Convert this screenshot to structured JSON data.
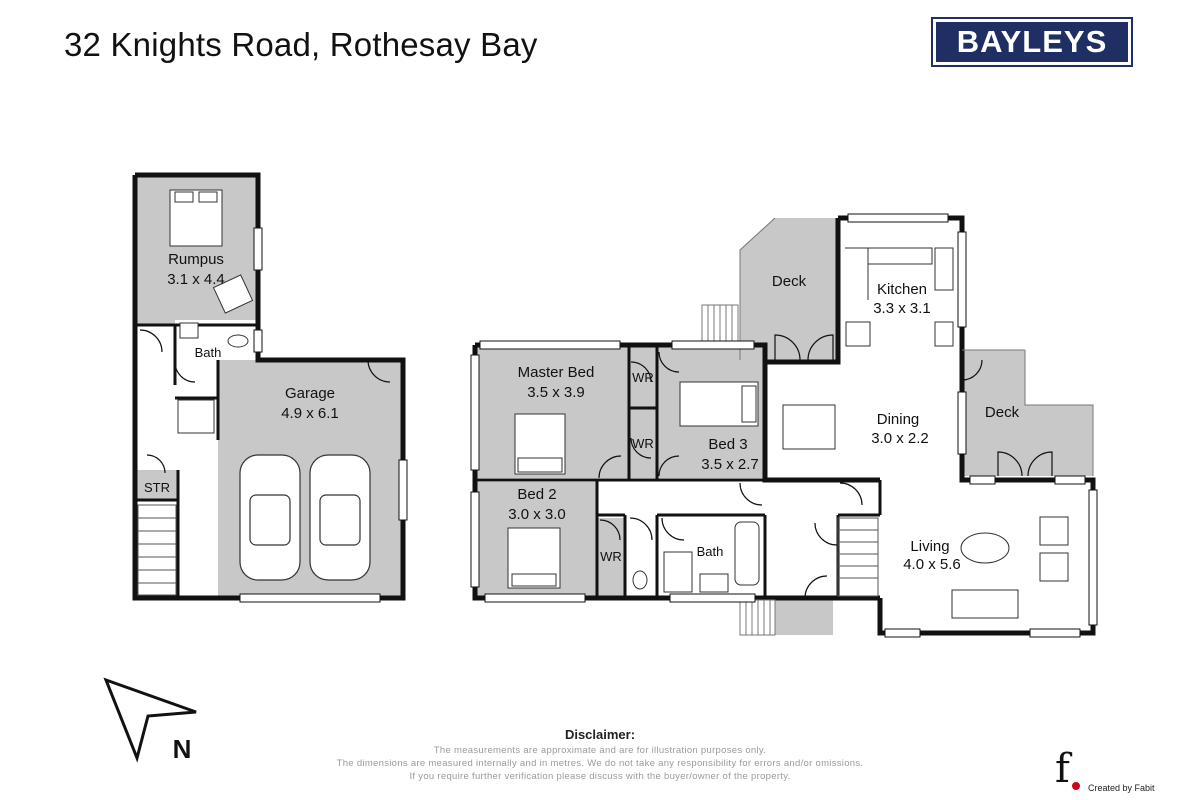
{
  "title": "32 Knights Road, Rothesay Bay",
  "brand": {
    "name": "BAYLEYS",
    "color": "#1f2f63"
  },
  "compass": {
    "label": "N"
  },
  "rooms": {
    "rumpus": {
      "name": "Rumpus",
      "size": "3.1 x 4.4"
    },
    "bath_lower": {
      "name": "Bath"
    },
    "garage": {
      "name": "Garage",
      "size": "4.9 x 6.1"
    },
    "str": {
      "name": "STR"
    },
    "master": {
      "name": "Master Bed",
      "size": "3.5 x 3.9"
    },
    "wr1": {
      "name": "WR"
    },
    "wr2": {
      "name": "WR"
    },
    "wr3": {
      "name": "WR"
    },
    "bed3": {
      "name": "Bed 3",
      "size": "3.5 x 2.7"
    },
    "bed2": {
      "name": "Bed 2",
      "size": "3.0 x 3.0"
    },
    "bath_upper": {
      "name": "Bath"
    },
    "deck1": {
      "name": "Deck"
    },
    "kitchen": {
      "name": "Kitchen",
      "size": "3.3 x 3.1"
    },
    "dining": {
      "name": "Dining",
      "size": "3.0 x 2.2"
    },
    "deck2": {
      "name": "Deck"
    },
    "living": {
      "name": "Living",
      "size": "4.0 x 5.6"
    }
  },
  "disclaimer": {
    "title": "Disclaimer:",
    "lines": [
      "The measurements are approximate and are for illustration purposes only.",
      "The dimensions are measured internally and in metres. We do not take any responsibility for errors and/or omissions.",
      "If you require further verification please discuss with the buyer/owner of the property."
    ]
  },
  "credit": {
    "logo": "f",
    "text": "Created by Fabit",
    "accent": "#d0021b"
  },
  "colors": {
    "room_fill": "#c8c8c8",
    "wall": "#111111"
  }
}
